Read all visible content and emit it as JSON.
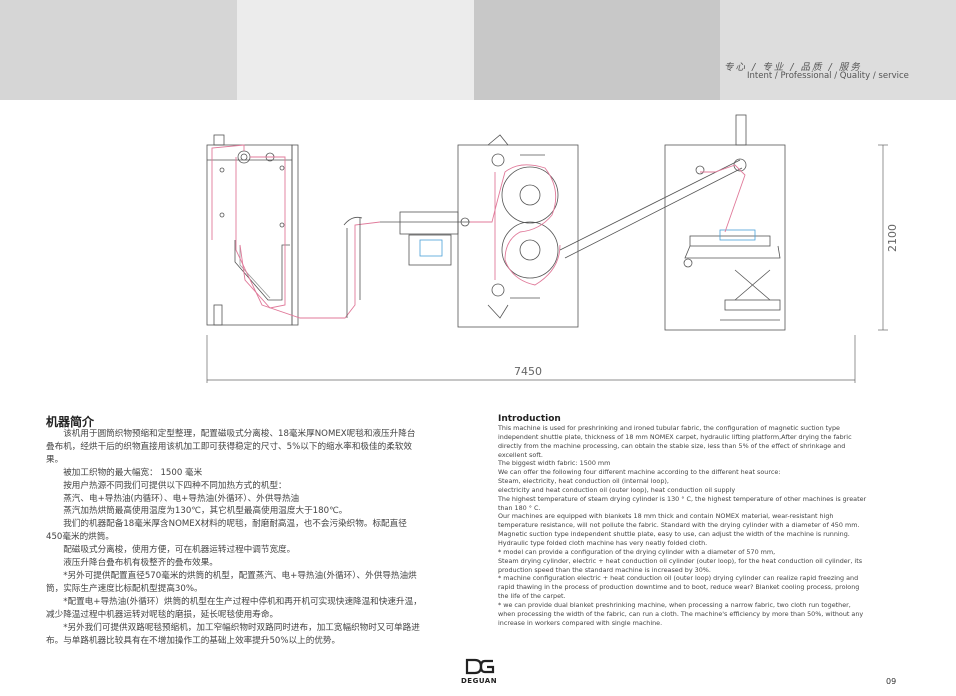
{
  "header": {
    "slogan_cn": "专心 / 专业 / 品质 / 服务",
    "slogan_en": "Intent  /  Professional  /  Quality  /  service"
  },
  "drawing": {
    "width_label": "7450",
    "height_label": "2100"
  },
  "intro_cn": {
    "title": "机器简介",
    "lines": [
      "　　该机用于圆筒织物预缩和定型整理，配置磁吸式分离梭、18毫米厚NOMEX呢毯和液压升降台",
      "叠布机，经烘干后的织物直接用该机加工即可获得稳定的尺寸、5%以下的缩水率和极佳的柔软效",
      "果。",
      "　　被加工织物的最大幅宽： 1500 毫米",
      "　　按用户热源不同我们可提供以下四种不同加热方式的机型：",
      "　　蒸汽、电+导热油(内循环）、电+导热油(外循环）、外供导热油",
      "　　蒸汽加热烘筒最高使用温度为130℃，其它机型最高使用温度大于180℃。",
      "　　我们的机器配备18毫米厚含NOMEX材料的呢毯，耐磨耐高温，也不会污染织物。标配直径",
      "450毫米的烘筒。",
      "　　配磁吸式分离梭，使用方便，可在机器运转过程中调节宽度。",
      "　　液压升降台叠布机有极整齐的叠布效果。",
      "　　*另外可提供配置直径570毫米的烘筒的机型，配置蒸汽、电+导热油(外循环）、外供导热油烘",
      "筒，实际生产速度比标配机型提高30%。",
      "　　*配置电+导热油(外循环）烘筒的机型在生产过程中停机和再开机可实现快速降温和快速升温，",
      "减少降温过程中机器运转对呢毯的磨损，延长呢毯使用寿命。",
      "　　*另外我们可提供双路呢毯预缩机，加工窄幅织物时双路同时进布，加工宽幅织物时又可单路进",
      "布。与单路机器比较具有在不增加操作工的基础上效率提升50%以上的优势。"
    ]
  },
  "intro_en": {
    "title": "Introduction",
    "lines": [
      "  This machine is used for preshrinking and ironed tubular fabric, the configuration of magnetic suction type",
      "independent shuttle plate, thickness of 18 mm NOMEX carpet, hydraulic lifting platform,After drying the fabric",
      "directly from the machine processing, can obtain the stable size, less than 5% of the effect of shrinkage and",
      "excellent soft.",
      "  The biggest width fabric: 1500 mm",
      "  We can offer the following four different machine according to the different heat source:",
      "  Steam, electricity, heat conduction oil (internal loop),",
      "  electricity and heat conduction oil (outer loop), heat conduction oil supply",
      "  The highest temperature of steam drying cylinder is 130 ° C, the highest temperature of other machines is greater",
      "than 180 ° C.",
      "  Our machines are equipped with blankets 18 mm thick and contain NOMEX material, wear-resistant high",
      "temperature resistance, will not pollute the fabric. Standard with the drying cylinder with a diameter of 450 mm.",
      "  Magnetic suction type independent shuttle plate, easy to use, can adjust the width of the machine is running.",
      "  Hydraulic type folded cloth machine has very neatly folded cloth.",
      "  * model can provide a configuration of the drying cylinder with a diameter of 570 mm,",
      "  Steam drying cylinder, electric + heat conduction oil cylinder (outer loop), for the heat conduction oil cylinder, its",
      "production speed than the standard machine is increased by 30%.",
      "  * machine configuration electric + heat conduction oil (outer loop) drying cylinder can realize rapid freezing and",
      "rapid thawing in the process of production downtime and to boot, reduce wear? Blanket cooling process, prolong",
      "the life of the carpet.",
      "  * we can provide dual blanket preshrinking machine, when processing a narrow fabric, two cloth run together,",
      "when processing the width of the fabric, can run a cloth. The machine's efficiency by more than 50%, without any",
      "increase in workers compared with single machine."
    ]
  },
  "footer": {
    "logo_text": "DEGUAN",
    "page_number": "09"
  }
}
